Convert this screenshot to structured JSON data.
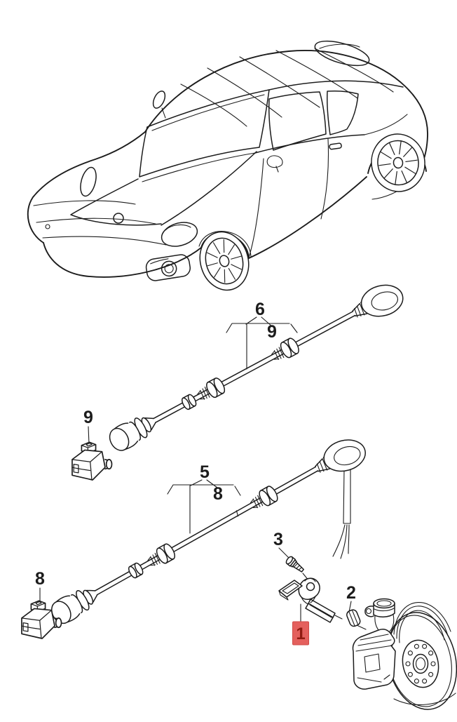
{
  "diagram": {
    "background": "#ffffff",
    "line_color": "#1c1c1c",
    "callouts": {
      "upper_harness_primary": "6",
      "upper_harness_secondary": "9",
      "lower_harness_primary": "5",
      "lower_harness_secondary": "8",
      "upper_connector": "9",
      "lower_connector": "8",
      "screw": "3",
      "sensor_highlighted": "1",
      "bushing": "2"
    },
    "highlight": {
      "box_fill": "#e4605d",
      "box_stroke": "#cf4a46",
      "text_color": "#8f1a10"
    }
  }
}
